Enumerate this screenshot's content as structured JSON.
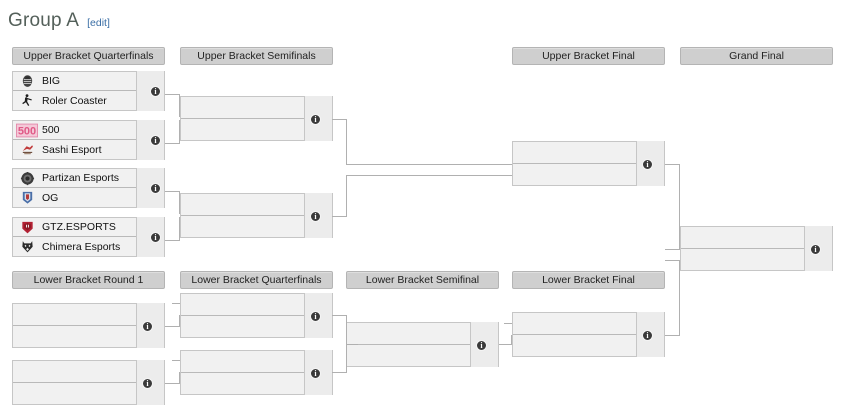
{
  "page": {
    "group_title": "Group A",
    "edit_label": "[edit]"
  },
  "headers": {
    "ubqf": "Upper Bracket Quarterfinals",
    "ubsf": "Upper Bracket Semifinals",
    "ubf": "Upper Bracket Final",
    "gf": "Grand Final",
    "lbr1": "Lower Bracket Round 1",
    "lbqf": "Lower Bracket Quarterfinals",
    "lbsf": "Lower Bracket Semifinal",
    "lbf": "Lower Bracket Final"
  },
  "icons": {
    "info": "i"
  },
  "matches": {
    "ubqf1": {
      "top": {
        "name": "BIG",
        "logo": "big-logo",
        "score": ""
      },
      "bottom": {
        "name": "Roler Coaster",
        "logo": "roler-coaster-logo",
        "score": ""
      }
    },
    "ubqf2": {
      "top": {
        "name": "500",
        "logo": "500-logo",
        "score": ""
      },
      "bottom": {
        "name": "Sashi Esport",
        "logo": "sashi-esport-logo",
        "score": ""
      }
    },
    "ubqf3": {
      "top": {
        "name": "Partizan Esports",
        "logo": "partizan-esports-logo",
        "score": ""
      },
      "bottom": {
        "name": "OG",
        "logo": "og-logo",
        "score": ""
      }
    },
    "ubqf4": {
      "top": {
        "name": "GTZ.ESPORTS",
        "logo": "gtz-esports-logo",
        "score": ""
      },
      "bottom": {
        "name": "Chimera Esports",
        "logo": "chimera-esports-logo",
        "score": ""
      }
    },
    "ubsf1": {
      "top": {
        "name": "",
        "score": ""
      },
      "bottom": {
        "name": "",
        "score": ""
      }
    },
    "ubsf2": {
      "top": {
        "name": "",
        "score": ""
      },
      "bottom": {
        "name": "",
        "score": ""
      }
    },
    "ubf1": {
      "top": {
        "name": "",
        "score": ""
      },
      "bottom": {
        "name": "",
        "score": ""
      }
    },
    "gf1": {
      "top": {
        "name": "",
        "score": ""
      },
      "bottom": {
        "name": "",
        "score": ""
      }
    },
    "lbr1a": {
      "top": {
        "name": "",
        "score": ""
      },
      "bottom": {
        "name": "",
        "score": ""
      }
    },
    "lbr1b": {
      "top": {
        "name": "",
        "score": ""
      },
      "bottom": {
        "name": "",
        "score": ""
      }
    },
    "lbqf1": {
      "top": {
        "name": "",
        "score": ""
      },
      "bottom": {
        "name": "",
        "score": ""
      }
    },
    "lbqf2": {
      "top": {
        "name": "",
        "score": ""
      },
      "bottom": {
        "name": "",
        "score": ""
      }
    },
    "lbsf1": {
      "top": {
        "name": "",
        "score": ""
      },
      "bottom": {
        "name": "",
        "score": ""
      }
    },
    "lbf1": {
      "top": {
        "name": "",
        "score": ""
      },
      "bottom": {
        "name": "",
        "score": ""
      }
    }
  },
  "colors": {
    "header_bg": "#cfcfcf",
    "match_bg": "#f1f1f1",
    "line": "#b0b0b0",
    "title": "#54605a",
    "link": "#3a6ea5",
    "badge": "#3a3a3a"
  }
}
